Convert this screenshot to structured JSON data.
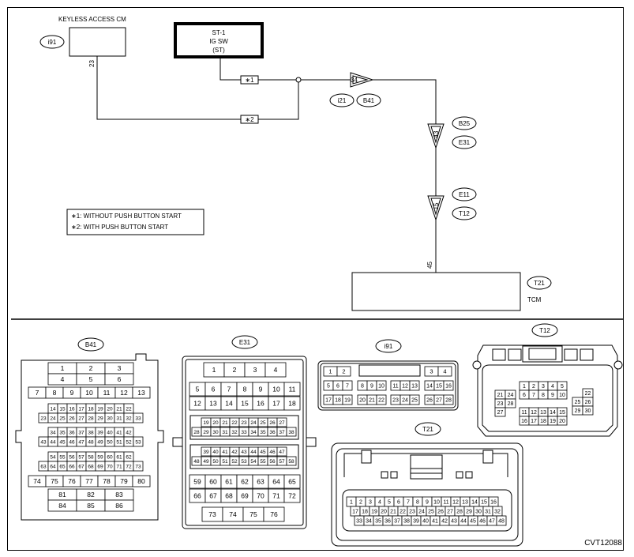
{
  "figure_id": "CVT12088",
  "wiring": {
    "keyless": {
      "title": "KEYLESS ACCESS CM",
      "connector": "i91",
      "pin": "23"
    },
    "ig_sw": {
      "lines": [
        "ST-1",
        "IG SW",
        "(ST)"
      ]
    },
    "tag1": "∗1",
    "tag2": "∗2",
    "joint": {
      "pin": "34",
      "labels": [
        "i21",
        "B41"
      ]
    },
    "joint2": {
      "pin": "43",
      "labels": [
        "B25",
        "E31"
      ]
    },
    "joint3": {
      "pin": "15",
      "labels": [
        "E11",
        "T12"
      ]
    },
    "tcm": {
      "label": "TCM",
      "connector": "T21",
      "pin": "45"
    },
    "notes": [
      "∗1: WITHOUT PUSH BUTTON START",
      "∗2: WITH PUSH BUTTON START"
    ]
  },
  "connectors": {
    "b41": {
      "label": "B41",
      "r1": [
        "1",
        "2",
        "3"
      ],
      "r2": [
        "4",
        "5",
        "6"
      ],
      "r3": [
        "7",
        "8",
        "9",
        "10",
        "11",
        "12",
        "13"
      ],
      "r4": [
        "14",
        "15",
        "16",
        "17",
        "18",
        "19",
        "20",
        "21",
        "22"
      ],
      "r5": [
        "23",
        "24",
        "25",
        "26",
        "27",
        "28",
        "29",
        "30",
        "31",
        "32",
        "33"
      ],
      "r6": [
        "34",
        "35",
        "36",
        "37",
        "38",
        "39",
        "40",
        "41",
        "42"
      ],
      "r7": [
        "43",
        "44",
        "45",
        "46",
        "47",
        "48",
        "49",
        "50",
        "51",
        "52",
        "53"
      ],
      "r8": [
        "54",
        "55",
        "56",
        "57",
        "58",
        "59",
        "60",
        "61",
        "62"
      ],
      "r9": [
        "63",
        "64",
        "65",
        "66",
        "67",
        "68",
        "69",
        "70",
        "71",
        "72",
        "73"
      ],
      "r10": [
        "74",
        "75",
        "76",
        "77",
        "78",
        "79",
        "80"
      ],
      "r11": [
        "81",
        "82",
        "83"
      ],
      "r12": [
        "84",
        "85",
        "86"
      ]
    },
    "e31": {
      "label": "E31",
      "r1": [
        "1",
        "2",
        "3",
        "4"
      ],
      "r2": [
        "5",
        "6",
        "7",
        "8",
        "9",
        "10",
        "11"
      ],
      "r3": [
        "12",
        "13",
        "14",
        "15",
        "16",
        "17",
        "18"
      ],
      "r4": [
        "19",
        "20",
        "21",
        "22",
        "23",
        "24",
        "25",
        "26",
        "27"
      ],
      "r5": [
        "28",
        "29",
        "30",
        "31",
        "32",
        "33",
        "34",
        "35",
        "36",
        "37",
        "38"
      ],
      "r6": [
        "39",
        "40",
        "41",
        "42",
        "43",
        "44",
        "45",
        "46",
        "47"
      ],
      "r7": [
        "48",
        "49",
        "50",
        "51",
        "52",
        "53",
        "54",
        "55",
        "56",
        "57",
        "58"
      ],
      "r8": [
        "59",
        "60",
        "61",
        "62",
        "63",
        "64",
        "65"
      ],
      "r9": [
        "66",
        "67",
        "68",
        "69",
        "70",
        "71",
        "72"
      ],
      "r10": [
        "73",
        "74",
        "75",
        "76"
      ]
    },
    "i91": {
      "label": "i91",
      "r1a": [
        "1",
        "2"
      ],
      "r1b": [
        "3",
        "4"
      ],
      "r2a": [
        "5",
        "6",
        "7"
      ],
      "r2b": [
        "8",
        "9",
        "10"
      ],
      "r2c": [
        "11",
        "12",
        "13"
      ],
      "r2d": [
        "14",
        "15",
        "16"
      ],
      "r3a": [
        "17",
        "18",
        "19"
      ],
      "r3b": [
        "20",
        "21",
        "22"
      ],
      "r3c": [
        "23",
        "24",
        "25"
      ],
      "r3d": [
        "26",
        "27",
        "28"
      ]
    },
    "t12": {
      "label": "T12",
      "r1": [
        "1",
        "2",
        "3",
        "4",
        "5"
      ],
      "r2": [
        "6",
        "7",
        "8",
        "9",
        "10"
      ],
      "r3": [
        "11",
        "12",
        "13",
        "14",
        "15"
      ],
      "r4": [
        "16",
        "17",
        "18",
        "19",
        "20"
      ],
      "l1": [
        "21",
        "24"
      ],
      "l2": [
        "23",
        "28"
      ],
      "l3": [
        "27"
      ],
      "rt1": [
        "22"
      ],
      "rt2": [
        "25",
        "26"
      ],
      "rt3": [
        "29",
        "30"
      ]
    },
    "t21": {
      "label": "T21",
      "r1": [
        "1",
        "2",
        "3",
        "4",
        "5",
        "6",
        "7",
        "8",
        "9",
        "10",
        "11",
        "12",
        "13",
        "14",
        "15",
        "16"
      ],
      "r2": [
        "17",
        "18",
        "19",
        "20",
        "21",
        "22",
        "23",
        "24",
        "25",
        "26",
        "27",
        "28",
        "29",
        "30",
        "31",
        "32"
      ],
      "r3": [
        "33",
        "34",
        "35",
        "36",
        "37",
        "38",
        "39",
        "40",
        "41",
        "42",
        "43",
        "44",
        "45",
        "46",
        "47",
        "48"
      ]
    }
  }
}
